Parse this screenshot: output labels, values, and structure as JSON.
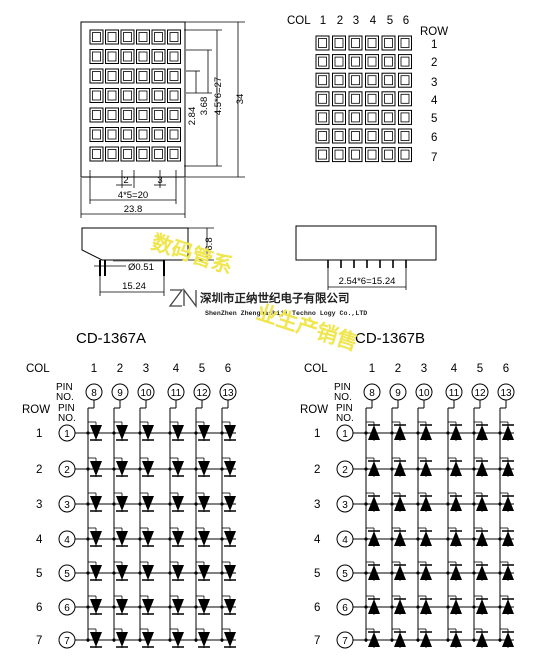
{
  "drawing": {
    "col_label": "COL",
    "row_label": "ROW",
    "pin_label_line1": "PIN",
    "pin_label_line2": "NO.",
    "cols": [
      "1",
      "2",
      "3",
      "4",
      "5",
      "6"
    ],
    "rows": [
      "1",
      "2",
      "3",
      "4",
      "5",
      "6",
      "7"
    ],
    "col_pins": [
      "8",
      "9",
      "10",
      "11",
      "12",
      "13"
    ],
    "row_pins": [
      "1",
      "2",
      "3",
      "4",
      "5",
      "6",
      "7"
    ]
  },
  "dimensions": {
    "overall_height": "34",
    "segment_span": "4.5*6=27",
    "pitch_vertical": "3.68",
    "dot_size_vertical": "2.84",
    "dot_size_2": "2",
    "dot_spacing_3": "3",
    "column_span": "4*5=20",
    "overall_width": "23.8",
    "body_depth": "6.8",
    "pin_diameter": "Ø0.51",
    "pin_offset": "15.24",
    "pin_pitch": "2.54*6=15.24"
  },
  "models": {
    "a_name": "CD-1367A",
    "b_name": "CD-1367B"
  },
  "company": {
    "chinese_name": "深圳市正纳世纪电子有限公司",
    "english_name": "ShenZhen Zhengnashiji Techno Logy Co.,LTD",
    "watermark_1": "数码管系",
    "watermark_2": "业生产销售"
  }
}
